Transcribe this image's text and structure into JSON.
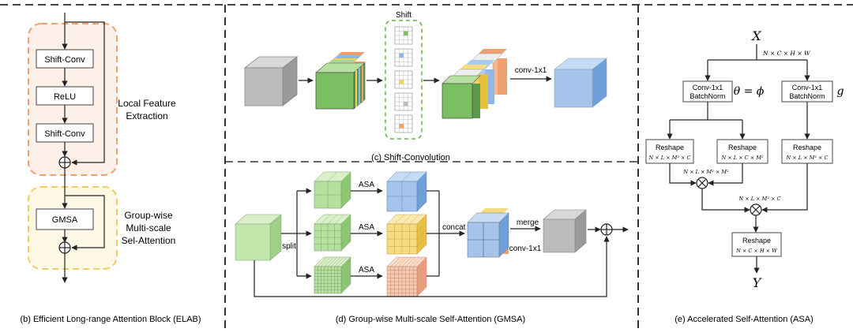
{
  "elab": {
    "blocks": [
      "Shift-Conv",
      "ReLU",
      "Shift-Conv",
      "GMSA"
    ],
    "local_label": [
      "Local Feature",
      "Extraction"
    ],
    "gmsa_label": [
      "Group-wise",
      "Multi-scale",
      "Sel-Attention"
    ],
    "caption": "(b) Efficient Long-range Attention Block (ELAB)"
  },
  "shift_conv": {
    "shift_label": "Shift",
    "conv_label": "conv-1x1",
    "caption": "(c) Shift-Convolution"
  },
  "gmsa": {
    "split_label": "split",
    "asa_label": "ASA",
    "concat_label": "concat",
    "merge_label": "merge",
    "conv_label": "conv-1x1",
    "caption": "(d) Group-wise Multi-scale Self-Attention (GMSA)"
  },
  "asa": {
    "input": "X",
    "input_dims": "N × C × H × W",
    "conv_left": [
      "Conv-1x1",
      "BatchNorm"
    ],
    "conv_right": [
      "Conv-1x1",
      "BatchNorm"
    ],
    "theta_phi": "θ = ϕ",
    "g": "g",
    "reshape": "Reshape",
    "reshape_dims_1": "N × L × M² × C",
    "reshape_dims_2": "N × L × C × M²",
    "reshape_dims_3": "N × L × M² × C",
    "mult_dims_1": "N × L × M² × M²",
    "mult_dims_2": "N × L × M² × C",
    "reshape_out_dims": "N × C × H × W",
    "output": "Y",
    "caption": "(e) Accelerated Self-Attention (ASA)"
  }
}
